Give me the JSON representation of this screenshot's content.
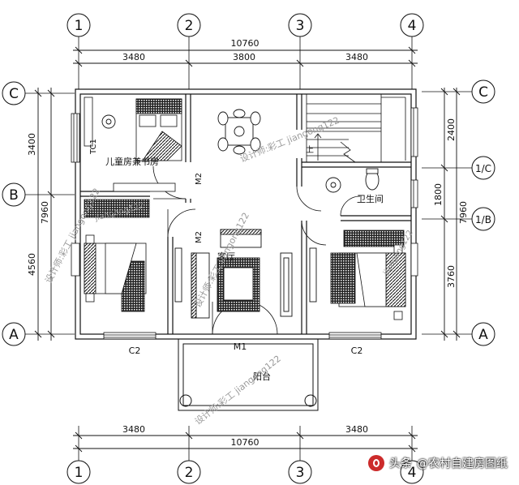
{
  "axes_top": [
    "1",
    "2",
    "3",
    "4"
  ],
  "axes_bottom": [
    "1",
    "2",
    "3",
    "4"
  ],
  "axes_left": [
    "C",
    "B",
    "A"
  ],
  "axes_right": [
    "C",
    "1/C",
    "1/B",
    "A"
  ],
  "dims_top": {
    "total": "10760",
    "seg1": "3480",
    "seg2": "3800",
    "seg3": "3480"
  },
  "dims_bottom": {
    "seg1": "3480",
    "seg3": "3480",
    "total": "10760"
  },
  "dims_left": {
    "upper": "3400",
    "lower": "4560",
    "total": "7960"
  },
  "dims_right": {
    "upper": "2400",
    "middle": "1800",
    "lower": "3760",
    "total": "7960"
  },
  "rooms": {
    "child_study": "儿童房兼书房",
    "living": "客厅",
    "bathroom": "卫生间",
    "balcony": "阳台"
  },
  "labels": {
    "window_tc1": "TC1",
    "door_m2_a": "M2",
    "door_m2_b": "M2",
    "door_m1": "M1",
    "window_c2_left": "C2",
    "window_c2_right": "C2",
    "stair_up": "上"
  },
  "watermarks": {
    "left": "设计师:彩工 jiangong122",
    "top": "设计师:彩工 jiangong122",
    "center": "设计师:彩工 jiangong122",
    "bottom": "设计师:彩工 jiangong122",
    "tag1": "jiangong122",
    "tag2": "jiangong122"
  },
  "credit": {
    "prefix": "头条",
    "account": "@农村自建房图纸"
  }
}
